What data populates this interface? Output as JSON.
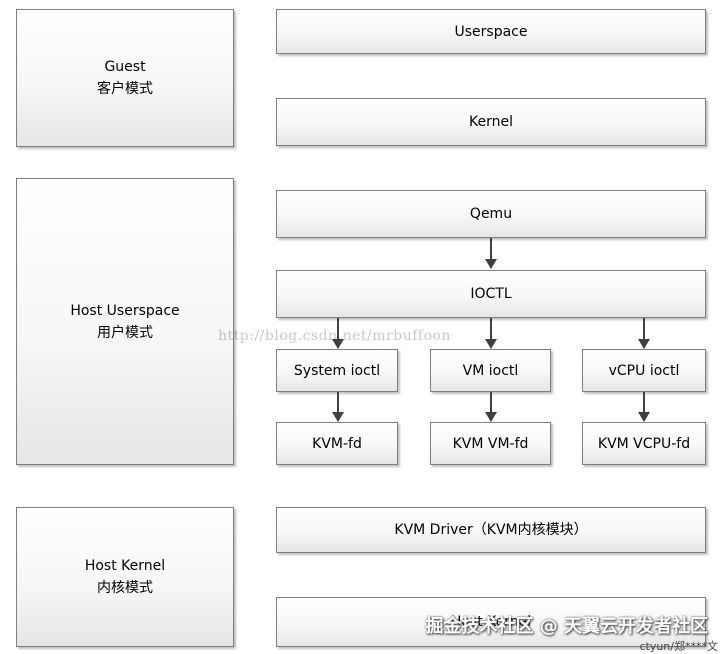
{
  "left_blocks": {
    "guest": {
      "title": "Guest",
      "subtitle": "客户模式"
    },
    "host_userspace": {
      "title": "Host Userspace",
      "subtitle": "用户模式"
    },
    "host_kernel": {
      "title": "Host Kernel",
      "subtitle": "内核模式"
    }
  },
  "boxes": {
    "userspace": "Userspace",
    "kernel": "Kernel",
    "qemu": "Qemu",
    "ioctl": "IOCTL",
    "system_ioctl": "System ioctl",
    "vm_ioctl": "VM ioctl",
    "vcpu_ioctl": "vCPU ioctl",
    "kvm_fd": "KVM-fd",
    "kvm_vm_fd": "KVM VM-fd",
    "kvm_vcpu_fd": "KVM VCPU-fd",
    "kvm_driver": "KVM Driver（KVM内核模块）",
    "host_kernel": "Host Kernel"
  },
  "watermarks": {
    "url": "http://blog.csdn.net/mrbuffoon",
    "community": "掘金技术社区 @ 天翼云开发者社区",
    "user": "ctyun/郑****文"
  }
}
